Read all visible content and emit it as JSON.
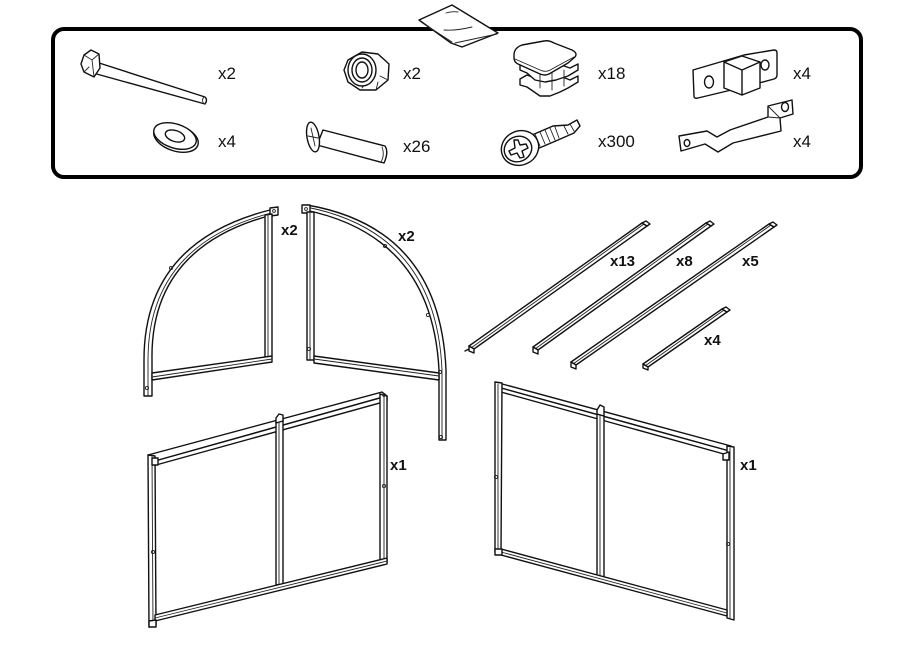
{
  "diagram": {
    "type": "parts-list",
    "subject": "greenhouse frame kit",
    "colors": {
      "line": "#111111",
      "background": "#ffffff"
    }
  },
  "hardware": {
    "bag_icon": "hardware-bag-icon",
    "items": [
      {
        "id": "hex-bolt",
        "icon": "hex-bolt-icon",
        "quantity": "x2"
      },
      {
        "id": "lock-nut",
        "icon": "lock-nut-icon",
        "quantity": "x2"
      },
      {
        "id": "tube-end-cap",
        "icon": "end-cap-icon",
        "quantity": "x18"
      },
      {
        "id": "door-stop-bracket",
        "icon": "stop-bracket-icon",
        "quantity": "x4"
      },
      {
        "id": "flat-washer",
        "icon": "washer-icon",
        "quantity": "x4"
      },
      {
        "id": "countersunk-bolt",
        "icon": "countersunk-bolt-icon",
        "quantity": "x26"
      },
      {
        "id": "self-drilling-screw",
        "icon": "self-drilling-screw-icon",
        "quantity": "x300"
      },
      {
        "id": "z-bracket",
        "icon": "z-bracket-icon",
        "quantity": "x4"
      }
    ]
  },
  "parts": {
    "arches": [
      {
        "id": "arch-panel-left",
        "quantity": "x2"
      },
      {
        "id": "arch-panel-right",
        "quantity": "x2"
      }
    ],
    "rods": [
      {
        "id": "rod-long-with-pin",
        "quantity": "x13"
      },
      {
        "id": "rod-long",
        "quantity": "x8"
      },
      {
        "id": "rod-longest",
        "quantity": "x5"
      },
      {
        "id": "rod-short",
        "quantity": "x4"
      }
    ],
    "wall_panels": [
      {
        "id": "side-panel-left",
        "quantity": "x1"
      },
      {
        "id": "side-panel-right",
        "quantity": "x1"
      }
    ]
  }
}
